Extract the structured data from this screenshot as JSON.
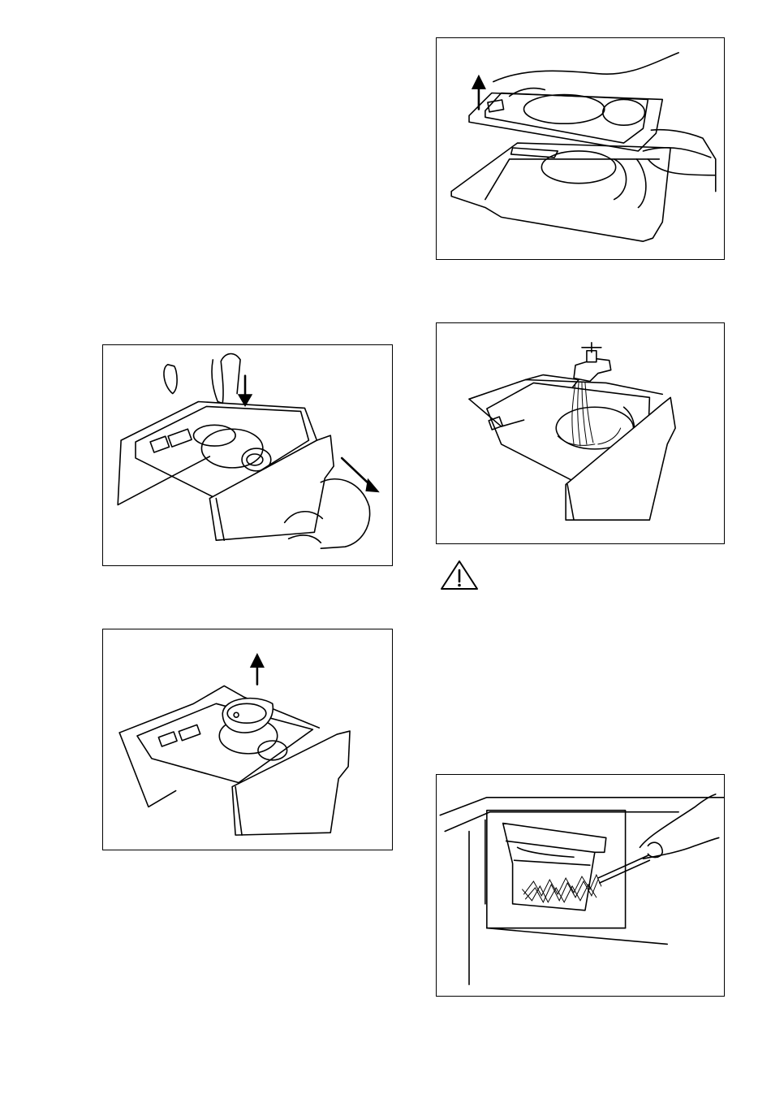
{
  "figures": [
    {
      "id": "fig-1",
      "icon": "press-lever-pull-drawer-illustration"
    },
    {
      "id": "fig-2",
      "icon": "lift-insert-illustration"
    },
    {
      "id": "fig-3",
      "icon": "lift-top-part-illustration"
    },
    {
      "id": "fig-4",
      "icon": "rinse-under-tap-illustration"
    },
    {
      "id": "fig-5",
      "icon": "brush-recess-illustration"
    }
  ],
  "warning": {
    "icon": "warning-triangle-icon"
  }
}
